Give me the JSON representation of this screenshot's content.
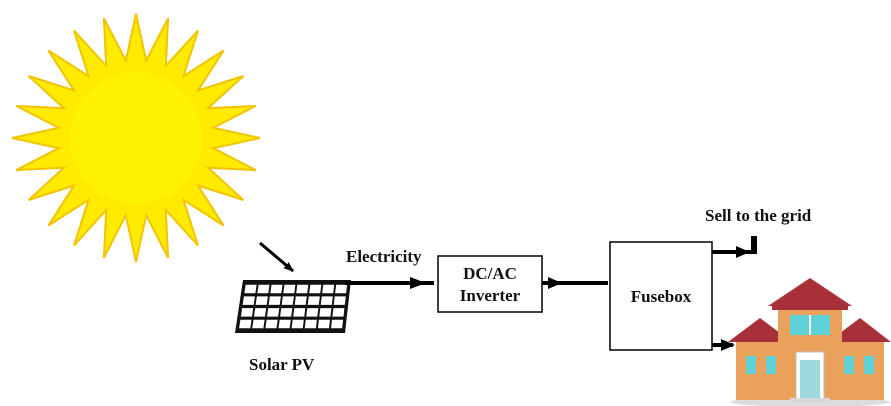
{
  "labels": {
    "solar_pv": "Solar PV",
    "electricity": "Electricity",
    "inverter_line1": "DC/AC",
    "inverter_line2": "Inverter",
    "fusebox": "Fusebox",
    "sell_to_grid": "Sell to the grid"
  },
  "colors": {
    "sun_core": "#FFF200",
    "sun_rays": "#FFEA00",
    "sun_ray_outline": "#F2C400",
    "panel": "#111111",
    "house_wall": "#E9A15C",
    "house_roof": "#A83038",
    "house_window": "#5FD0D6"
  },
  "icons": [
    "sun-icon",
    "solar-panel-icon",
    "house-icon",
    "grid-connection-icon"
  ]
}
